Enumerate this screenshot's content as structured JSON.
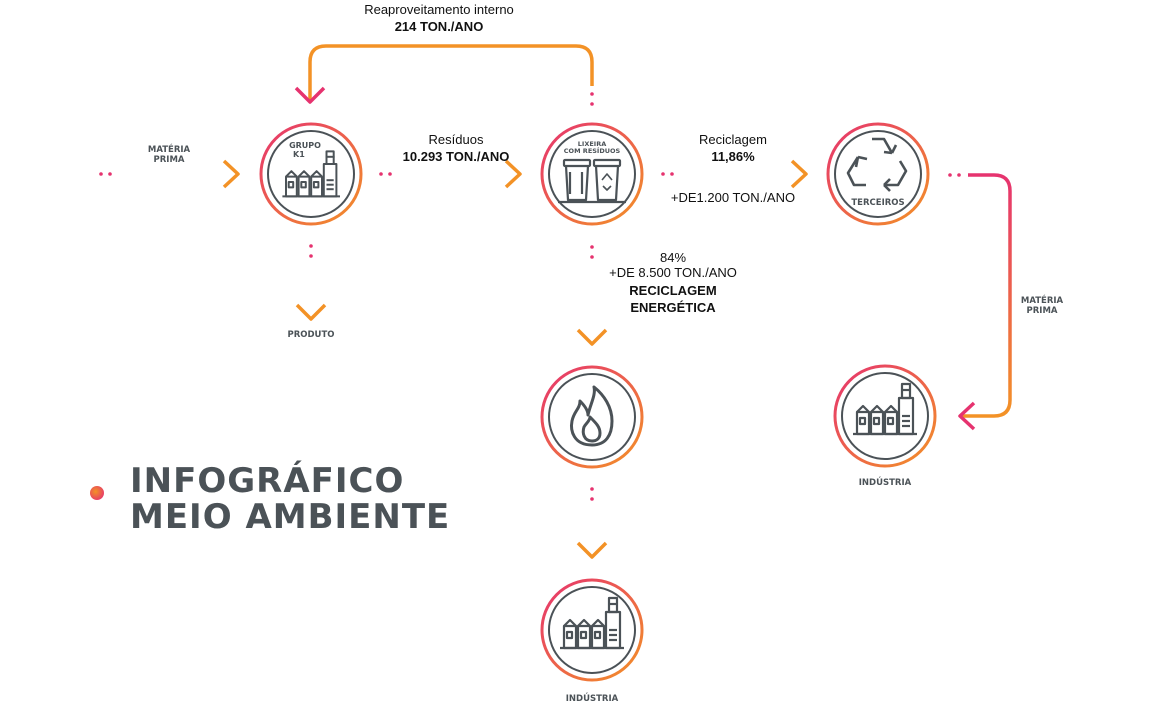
{
  "title": {
    "line1": "INFOGRÁFICO",
    "line2": "MEIO AMBIENTE"
  },
  "colors": {
    "accent_pink": "#e6336f",
    "accent_orange": "#f39226",
    "icon_gray": "#4b5257"
  },
  "nodes": {
    "grupo_k1": {
      "label_line1": "GRUPO",
      "label_line2": "K1",
      "icon": "factory-icon"
    },
    "lixeira": {
      "label_line1": "LIXEIRA",
      "label_line2": "COM RESÍDUOS",
      "icon": "trash-bins-icon"
    },
    "terceiros": {
      "label": "TERCEIROS",
      "icon": "recycle-icon"
    },
    "fire": {
      "icon": "fire-icon"
    },
    "industria_bottom": {
      "label": "INDÚSTRIA",
      "icon": "factory-icon"
    },
    "industria_right": {
      "label": "INDÚSTRIA",
      "icon": "factory-icon"
    }
  },
  "flows": {
    "materia_prima_in": {
      "line1": "MATÉRIA",
      "line2": "PRIMA"
    },
    "produto": {
      "label": "PRODUTO"
    },
    "reaproveitamento": {
      "line1": "Reaproveitamento interno",
      "line2": "214 TON./ANO"
    },
    "residuos": {
      "line1": "Resíduos",
      "line2": "10.293 TON./ANO"
    },
    "reciclagem": {
      "line1": "Reciclagem",
      "line2": "11,86%",
      "line3": "+DE1.200 TON./ANO"
    },
    "energetica": {
      "line1": "84%",
      "line2": "+DE 8.500 TON./ANO",
      "line3": "RECICLAGEM",
      "line4": "ENERGÉTICA"
    },
    "materia_prima_out": {
      "line1": "MATÉRIA",
      "line2": "PRIMA"
    }
  }
}
